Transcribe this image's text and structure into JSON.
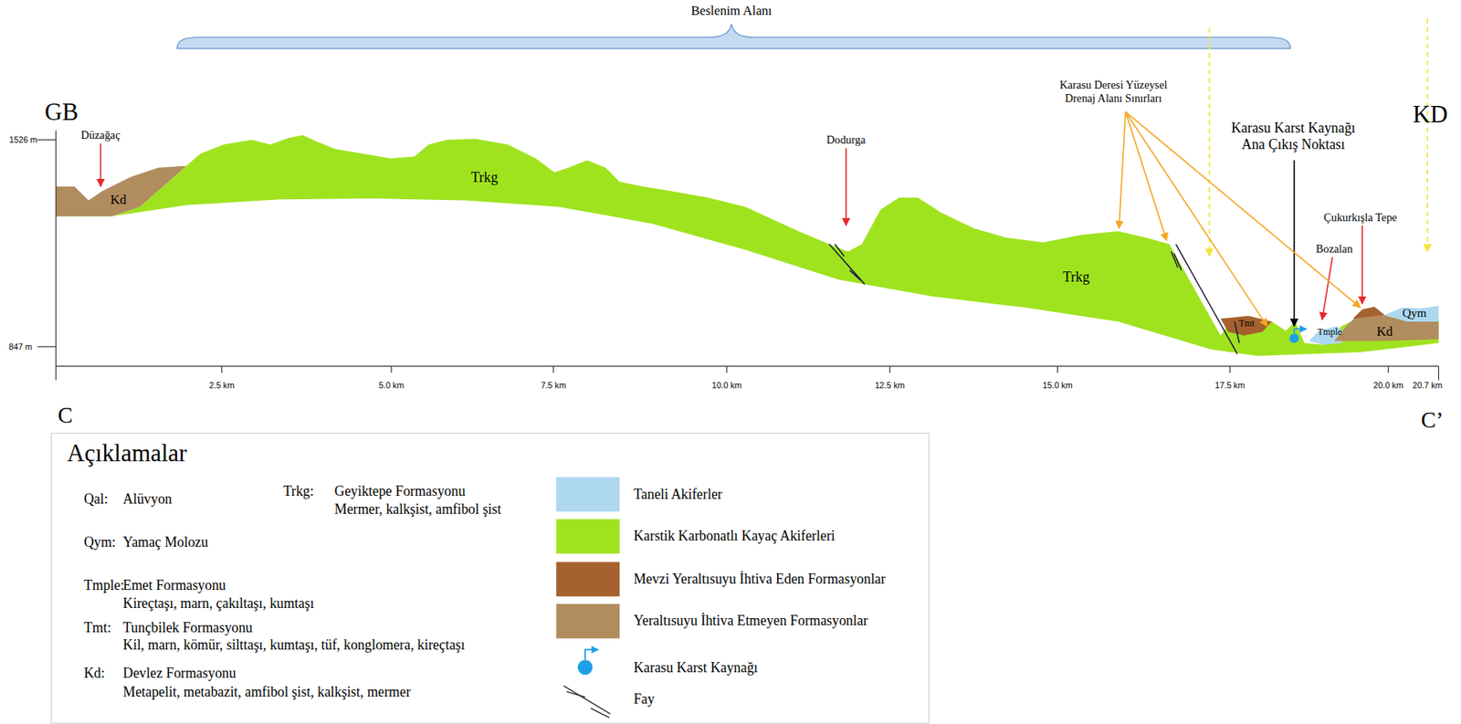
{
  "diagram": {
    "labels": [
      "Beslenim Alanı",
      "GB",
      "KD",
      "1526 m",
      "847 m",
      "Düzağaç",
      "Kd",
      "Trkg",
      "Dodurga",
      "Trkg",
      "Karasu Deresi Yüzeysel Drenaj Alanı Sınırları",
      "Karasu Karst Kaynağı Ana Çıkış Noktası",
      "Çukurkışla Tepe",
      "Bozalan",
      "Tmt",
      "Tmple",
      "Kd",
      "Qym",
      "2.5 km",
      "5.0 km",
      "7.5 km",
      "10.0 km",
      "12.5 km",
      "15.0 km",
      "17.5 km",
      "20.0 km",
      "20.7 km",
      "C",
      "C’",
      "Açıklamalar",
      "Qal:",
      "Alüvyon",
      "Qym:",
      "Yamaç Molozu",
      "Tmple:",
      "Emet Formasyonu",
      "Kireçtaşı, marn, çakıltaşı, kumtaşı",
      "Tmt:",
      "Tunçbilek Formasyonu",
      "Kil, marn, kömür, silttaşı, kumtaşı, tüf, konglomera, kireçtaşı",
      "Kd:",
      "Devlez Formasyonu",
      "Metapelit, metabazit, amfibol şist, kalkşist, mermer",
      "Trkg:",
      "Geyiktepe Formasyonu",
      "Mermer, kalkşist, amfibol şist"
    ],
    "legend": [
      {
        "text": "Taneli Akiferler",
        "color": "#add8f0"
      },
      {
        "text": "Karstik Karbonatlı Kayaç Akiferleri",
        "color": "#9fe31f"
      },
      {
        "text": "Mevzi Yeraltısuyu İhtiva Eden Formasyonlar",
        "color": "#a5612e"
      },
      {
        "text": "Yeraltısuyu İhtiva Etmeyen Formasyonlar",
        "color": "#b08c5e"
      },
      {
        "text": "Karasu Karst Kaynağı"
      },
      {
        "text": "Fay"
      }
    ]
  }
}
